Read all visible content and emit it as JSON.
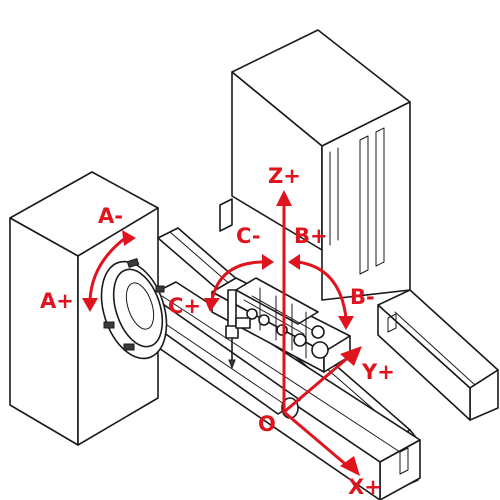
{
  "colors": {
    "axis": "#e0141e",
    "line": "#1a1a1a",
    "background": "#ffffff"
  },
  "labels": {
    "z_plus": "Z+",
    "y_plus": "Y+",
    "x_plus": "X+",
    "origin": "O",
    "a_minus": "A-",
    "a_plus": "A+",
    "b_plus": "B+",
    "b_minus": "B-",
    "c_minus": "C-",
    "c_plus": "C+"
  }
}
